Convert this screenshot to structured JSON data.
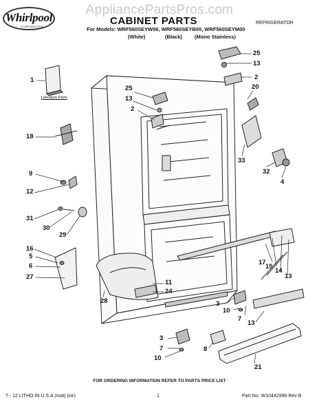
{
  "watermark": "AppliancePartsPros.com",
  "brand": {
    "name": "Whirlpool",
    "tagline": "CORPORATION"
  },
  "header": {
    "title": "CABINET PARTS",
    "models": "For Models: WRF560SEYW00, WRF560SEYB00, WRF560SEYM00",
    "variants": [
      "(White)",
      "(Black)",
      "(Mono Stainless)"
    ],
    "appliance": "REFRIGERATOR"
  },
  "literature_label": "Literature Parts",
  "callouts": [
    "1",
    "18",
    "9",
    "12",
    "31",
    "30",
    "29",
    "16",
    "5",
    "6",
    "27",
    "28",
    "25",
    "13",
    "2",
    "25",
    "13",
    "2",
    "20",
    "33",
    "32",
    "4",
    "11",
    "24",
    "17",
    "15",
    "14",
    "13",
    "3",
    "10",
    "7",
    "13",
    "3",
    "7",
    "10",
    "8",
    "21"
  ],
  "footer": {
    "center": "FOR ORDERING INFORMATION REFER TO PARTS PRICE LIST",
    "left": "7 - 12   LITHO IN U.S.A (mat) (ire)",
    "page": "1",
    "right": "Part No. W10442996 Rev B"
  }
}
